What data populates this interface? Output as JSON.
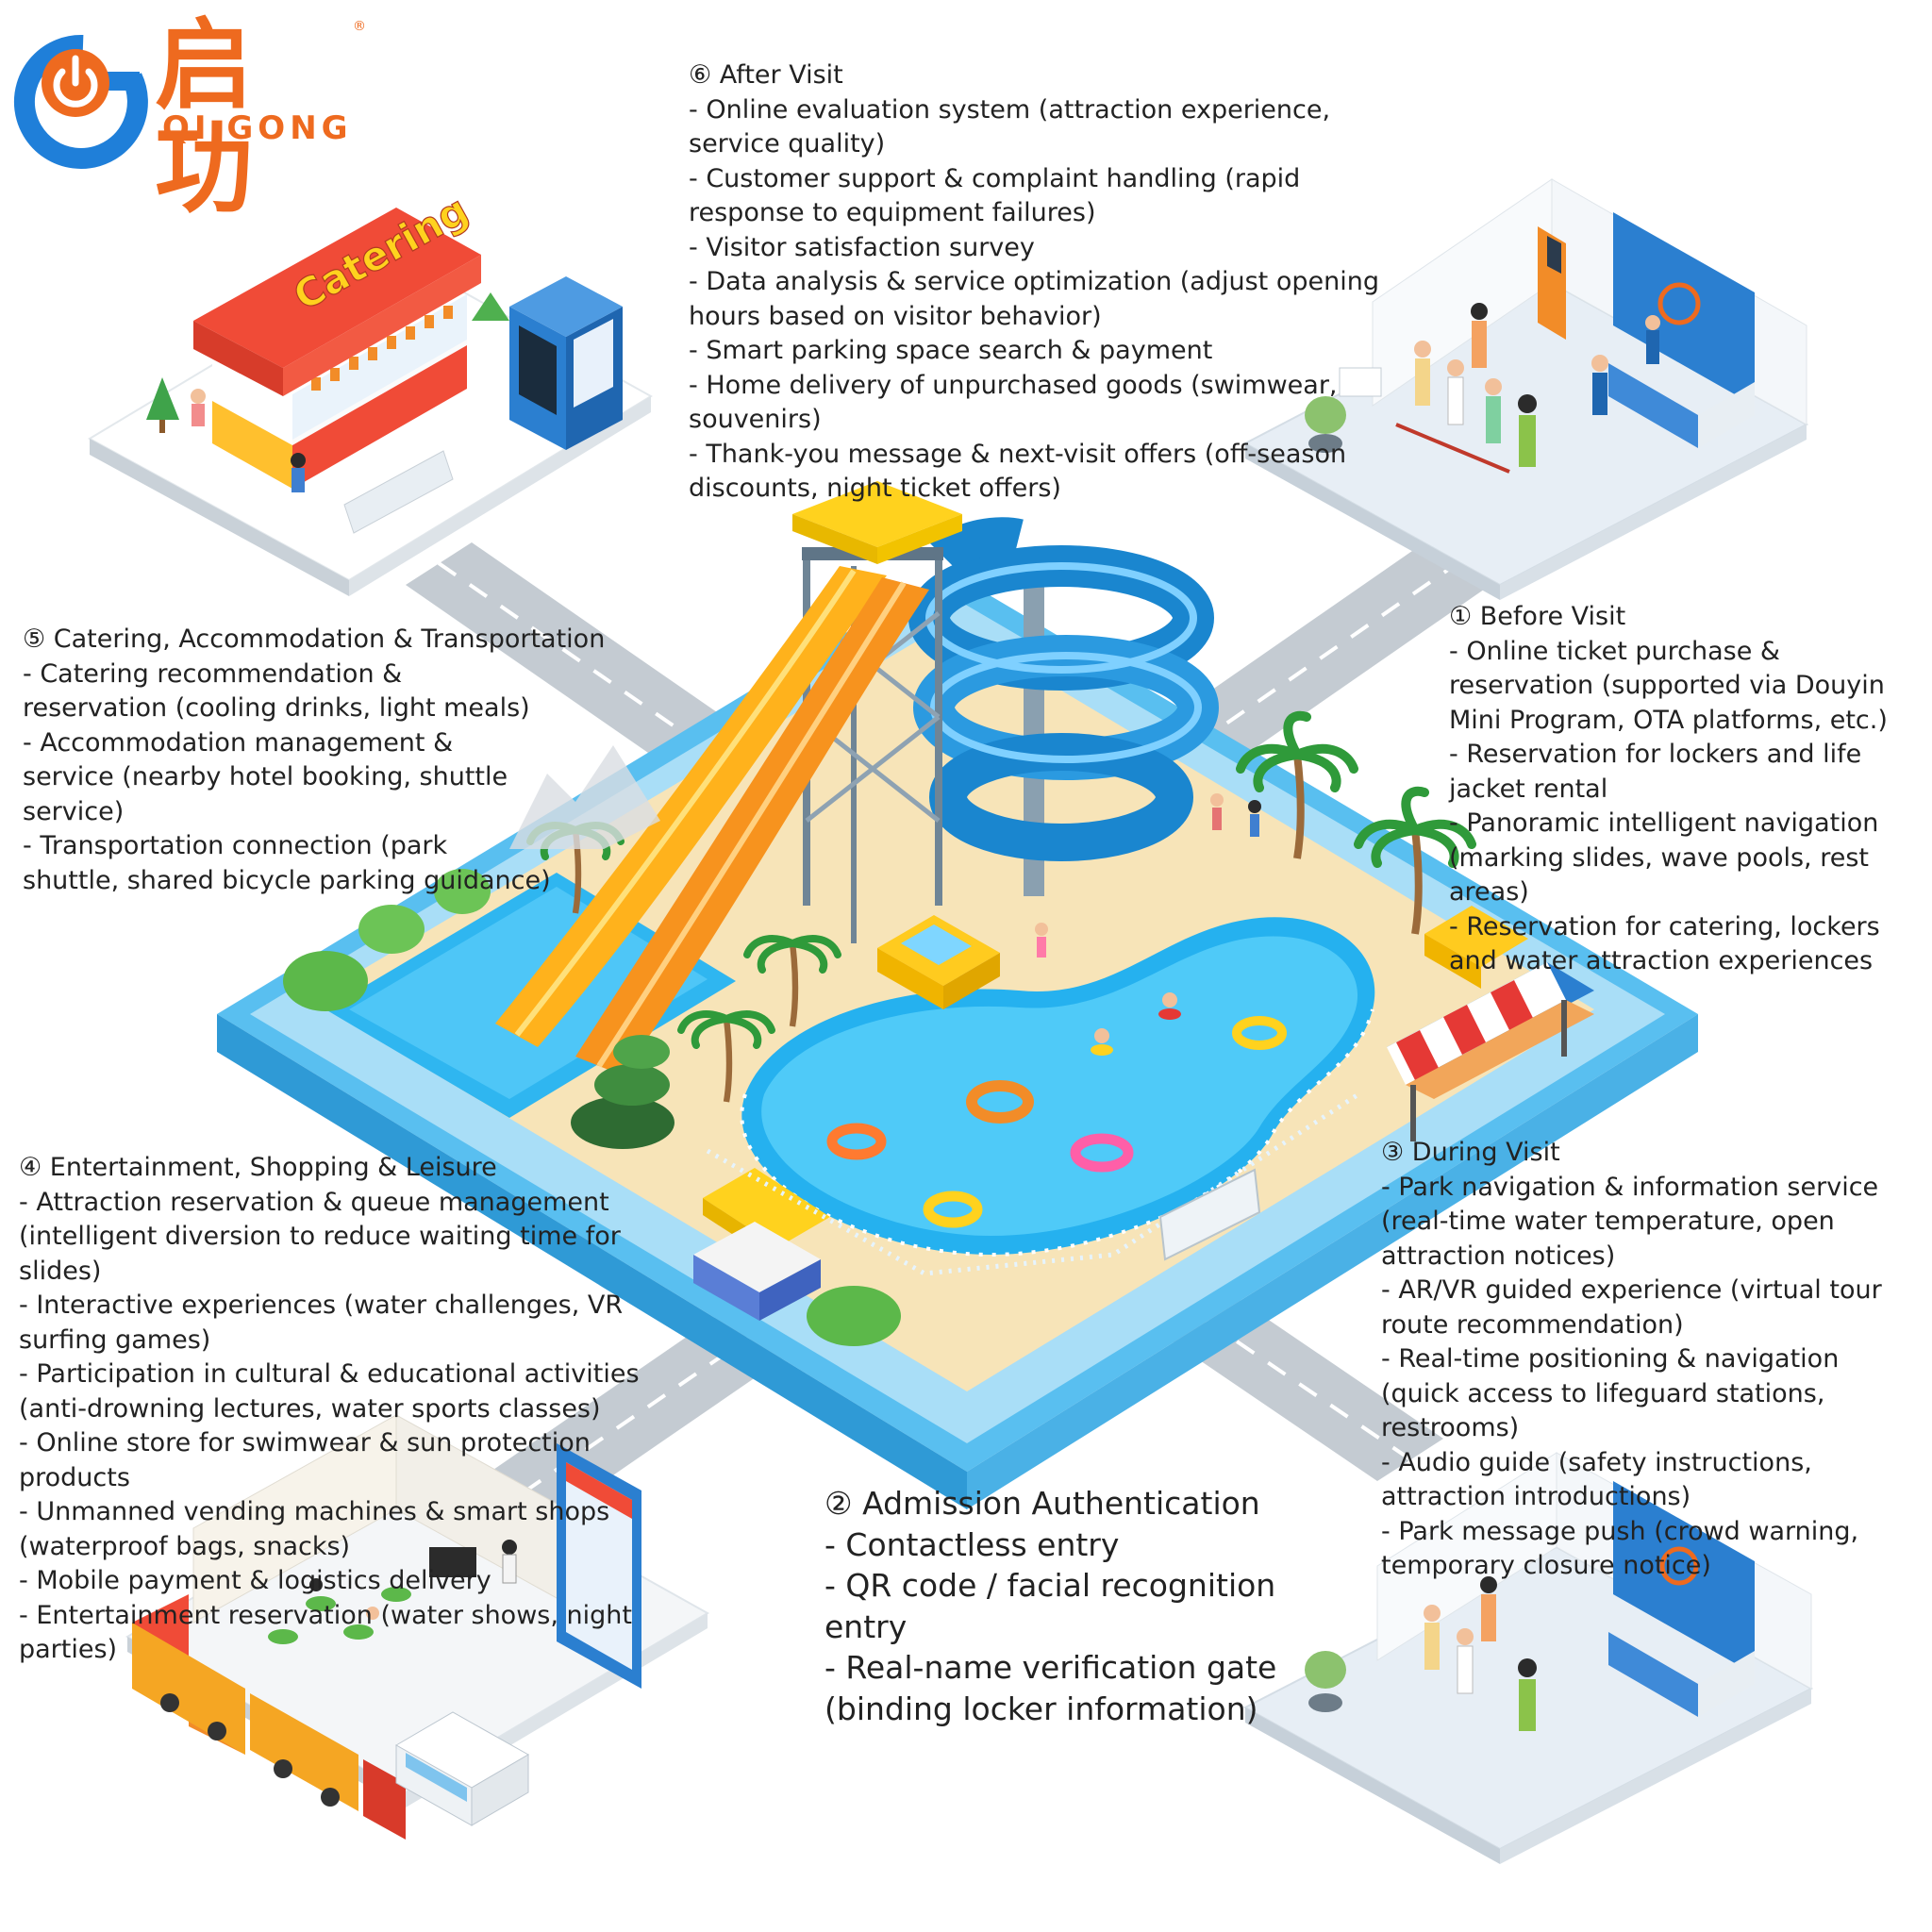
{
  "brand": {
    "name_cn": "启功",
    "name_en": "QI GONG",
    "registered_mark": "®",
    "colors": {
      "orange": "#ee6a1f",
      "blue": "#1f7fd9"
    }
  },
  "scene": {
    "catering_sign": "Catering",
    "icons": [
      "power-icon"
    ]
  },
  "sections": {
    "after_visit": {
      "title": "⑥ After Visit",
      "lines": [
        "- Online evaluation system (attraction experience, service quality)",
        "- Customer support & complaint handling (rapid response to equipment failures)",
        "- Visitor satisfaction survey",
        "- Data analysis & service optimization (adjust opening hours based on visitor behavior)",
        "- Smart parking space search & payment",
        "- Home delivery of unpurchased goods (swimwear, souvenirs)",
        "- Thank-you message & next-visit offers (off-season discounts, night ticket offers)"
      ]
    },
    "before_visit": {
      "title": "① Before Visit",
      "lines": [
        "- Online ticket purchase & reservation (supported via Douyin Mini Program, OTA platforms, etc.)",
        "- Reservation for lockers and life jacket rental",
        "- Panoramic intelligent navigation (marking slides, wave pools, rest areas)",
        "- Reservation for catering, lockers and water attraction experiences"
      ]
    },
    "catering": {
      "title": "⑤ Catering, Accommodation & Transportation",
      "lines": [
        "- Catering recommendation & reservation (cooling drinks, light meals)",
        "- Accommodation management & service (nearby hotel booking, shuttle service)",
        "- Transportation connection (park shuttle, shared bicycle parking guidance)"
      ]
    },
    "entertainment": {
      "title": "④ Entertainment, Shopping & Leisure",
      "lines": [
        "- Attraction reservation & queue management (intelligent diversion to reduce waiting time for slides)",
        "- Interactive experiences (water challenges, VR surfing games)",
        "- Participation in cultural & educational activities (anti-drowning lectures, water sports classes)",
        "- Online store for swimwear & sun protection products",
        "- Unmanned vending machines & smart shops (waterproof bags, snacks)",
        "- Mobile payment & logistics delivery",
        "- Entertainment reservation (water shows, night parties)"
      ]
    },
    "during_visit": {
      "title": "③ During Visit",
      "lines": [
        "- Park navigation & information service (real-time water temperature, open attraction notices)",
        "- AR/VR guided experience (virtual tour route recommendation)",
        "- Real-time positioning & navigation (quick access to lifeguard stations, restrooms)",
        "- Audio guide (safety instructions, attraction introductions)",
        "- Park message push (crowd warning, temporary closure notice)"
      ]
    },
    "admission": {
      "title": "② Admission Authentication",
      "lines": [
        "- Contactless entry",
        "- QR code / facial recognition entry",
        "- Real-name verification gate (binding locker information)"
      ]
    }
  }
}
